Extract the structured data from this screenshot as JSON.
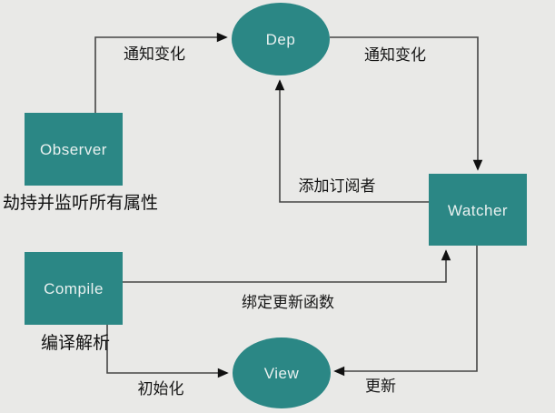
{
  "colors": {
    "background": "#e9e9e7",
    "node_fill": "#2b8785",
    "node_text": "#e9f1f0",
    "edge_line": "#454545",
    "label_text": "#161616"
  },
  "nodes": {
    "dep": {
      "label": "Dep",
      "shape": "ellipse"
    },
    "observer": {
      "label": "Observer",
      "shape": "rect",
      "caption": "劫持并监听所有属性"
    },
    "watcher": {
      "label": "Watcher",
      "shape": "rect"
    },
    "compile": {
      "label": "Compile",
      "shape": "rect",
      "caption": "编译解析"
    },
    "view": {
      "label": "View",
      "shape": "ellipse"
    }
  },
  "edges": {
    "observer_to_dep": {
      "from": "Observer",
      "to": "Dep",
      "label": "通知变化"
    },
    "dep_to_watcher": {
      "from": "Dep",
      "to": "Watcher",
      "label": "通知变化"
    },
    "watcher_to_dep": {
      "from": "Watcher",
      "to": "Dep",
      "label": "添加订阅者"
    },
    "compile_to_watcher": {
      "from": "Compile",
      "to": "Watcher",
      "label": "绑定更新函数"
    },
    "compile_to_view": {
      "from": "Compile",
      "to": "View",
      "label": "初始化"
    },
    "watcher_to_view": {
      "from": "Watcher",
      "to": "View",
      "label": "更新"
    }
  }
}
